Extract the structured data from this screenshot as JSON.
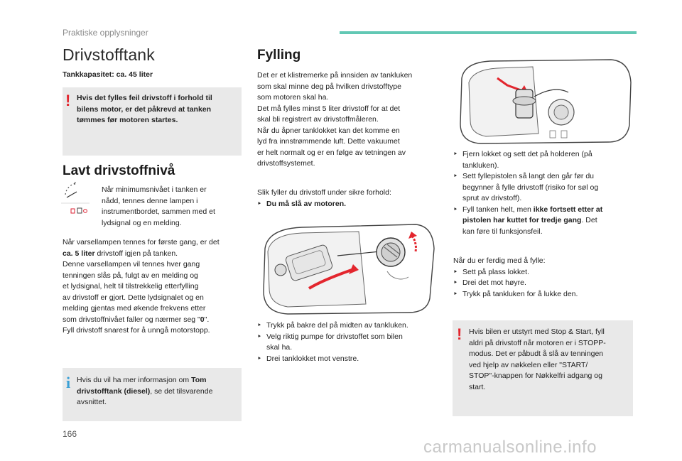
{
  "header": {
    "section": "Praktiske opplysninger",
    "accent_color": "#62c8b4"
  },
  "left": {
    "title": "Drivstofftank",
    "capacity": "Tankkapasitet: ca. 45 liter",
    "warning": [
      "Hvis det fylles feil drivstoff i forhold til",
      "bilens motor, er det påkrevd at tanken",
      "tømmes før motoren startes."
    ],
    "low_fuel_heading": "Lavt drivstoffnivå",
    "lamp_text": [
      "Når minimumsnivået i tanken er",
      "nådd, tennes denne lampen i",
      "instrumentbordet, sammen med et",
      "lydsignal og en melding."
    ],
    "para1_line1": "Når varsellampen tennes for første gang, er det",
    "para1_bold": "ca. 5 liter",
    "para1_rest": " drivstoff igjen på tanken.",
    "para2": [
      "Denne varsellampen vil tennes hver gang",
      "tenningen slås på, fulgt av en melding og",
      "et lydsignal, helt til tilstrekkelig etterfylling",
      "av drivstoff er gjort. Dette lydsignalet og en",
      "melding gjentas med økende frekvens etter"
    ],
    "para2_last_pre": "som drivstoffnivået faller og nærmer seg \"",
    "para2_last_bold": "0",
    "para2_last_post": "\".",
    "para3": "Fyll drivstoff snarest for å unngå motorstopp.",
    "info_pre": "Hvis du vil ha mer informasjon om ",
    "info_bold1": "Tom",
    "info_bold2": "drivstofftank (diesel)",
    "info_post": ", se det tilsvarende",
    "info_last": "avsnittet."
  },
  "middle": {
    "heading": "Fylling",
    "intro": [
      "Det er et klistremerke på innsiden av tankluken",
      "som skal minne deg på hvilken drivstofftype",
      "som motoren skal ha.",
      "Det må fylles minst 5 liter drivstoff for at det",
      "skal bli registrert av drivstoffmåleren.",
      "Når du åpner tanklokket kan det komme en",
      "lyd fra innstrømmende luft. Dette vakuumet",
      "er helt normalt og er en følge av tetningen av",
      "drivstoffsystemet."
    ],
    "safety_intro": "Slik fyller du drivstoff under sikre forhold:",
    "safety_bullet": "Du må slå av motoren.",
    "steps": [
      "Trykk på bakre del på midten av tankluken.",
      "Velg riktig pumpe for drivstoffet som bilen",
      "skal ha.",
      "Drei tanklokket mot venstre."
    ]
  },
  "right": {
    "steps1_a": "Fjern lokket og sett det på holderen (på",
    "steps1_b": "tankluken).",
    "steps2_a": "Sett fyllepistolen så langt den går før du",
    "steps2_b": "begynner å fylle drivstoff (risiko for søl og",
    "steps2_c": "sprut av drivstoff).",
    "steps3_a": "Fyll tanken helt, men ",
    "steps3_bold1": "ikke fortsett etter at",
    "steps3_bold2": "pistolen har kuttet for tredje gang",
    "steps3_post": ". Det",
    "steps3_c": "kan føre til funksjonsfeil.",
    "done_intro": "Når du er ferdig med å fylle:",
    "done_steps": [
      "Sett på plass lokket.",
      "Drei det mot høyre.",
      "Trykk på tankluken for å lukke den."
    ],
    "warning": [
      "Hvis bilen er utstyrt med Stop & Start, fyll",
      "aldri på drivstoff når motoren er i STOPP-",
      "modus. Det er påbudt å slå av tenningen",
      "ved hjelp av nøkkelen eller \"START/",
      "STOP\"-knappen for Nøkkelfri adgang og",
      "start."
    ]
  },
  "footer": {
    "page_number": "166",
    "watermark": "carmanualsonline.info"
  },
  "colors": {
    "warning": "#e3262e",
    "info": "#3aa0d6",
    "box_bg": "#e9e9e9"
  }
}
